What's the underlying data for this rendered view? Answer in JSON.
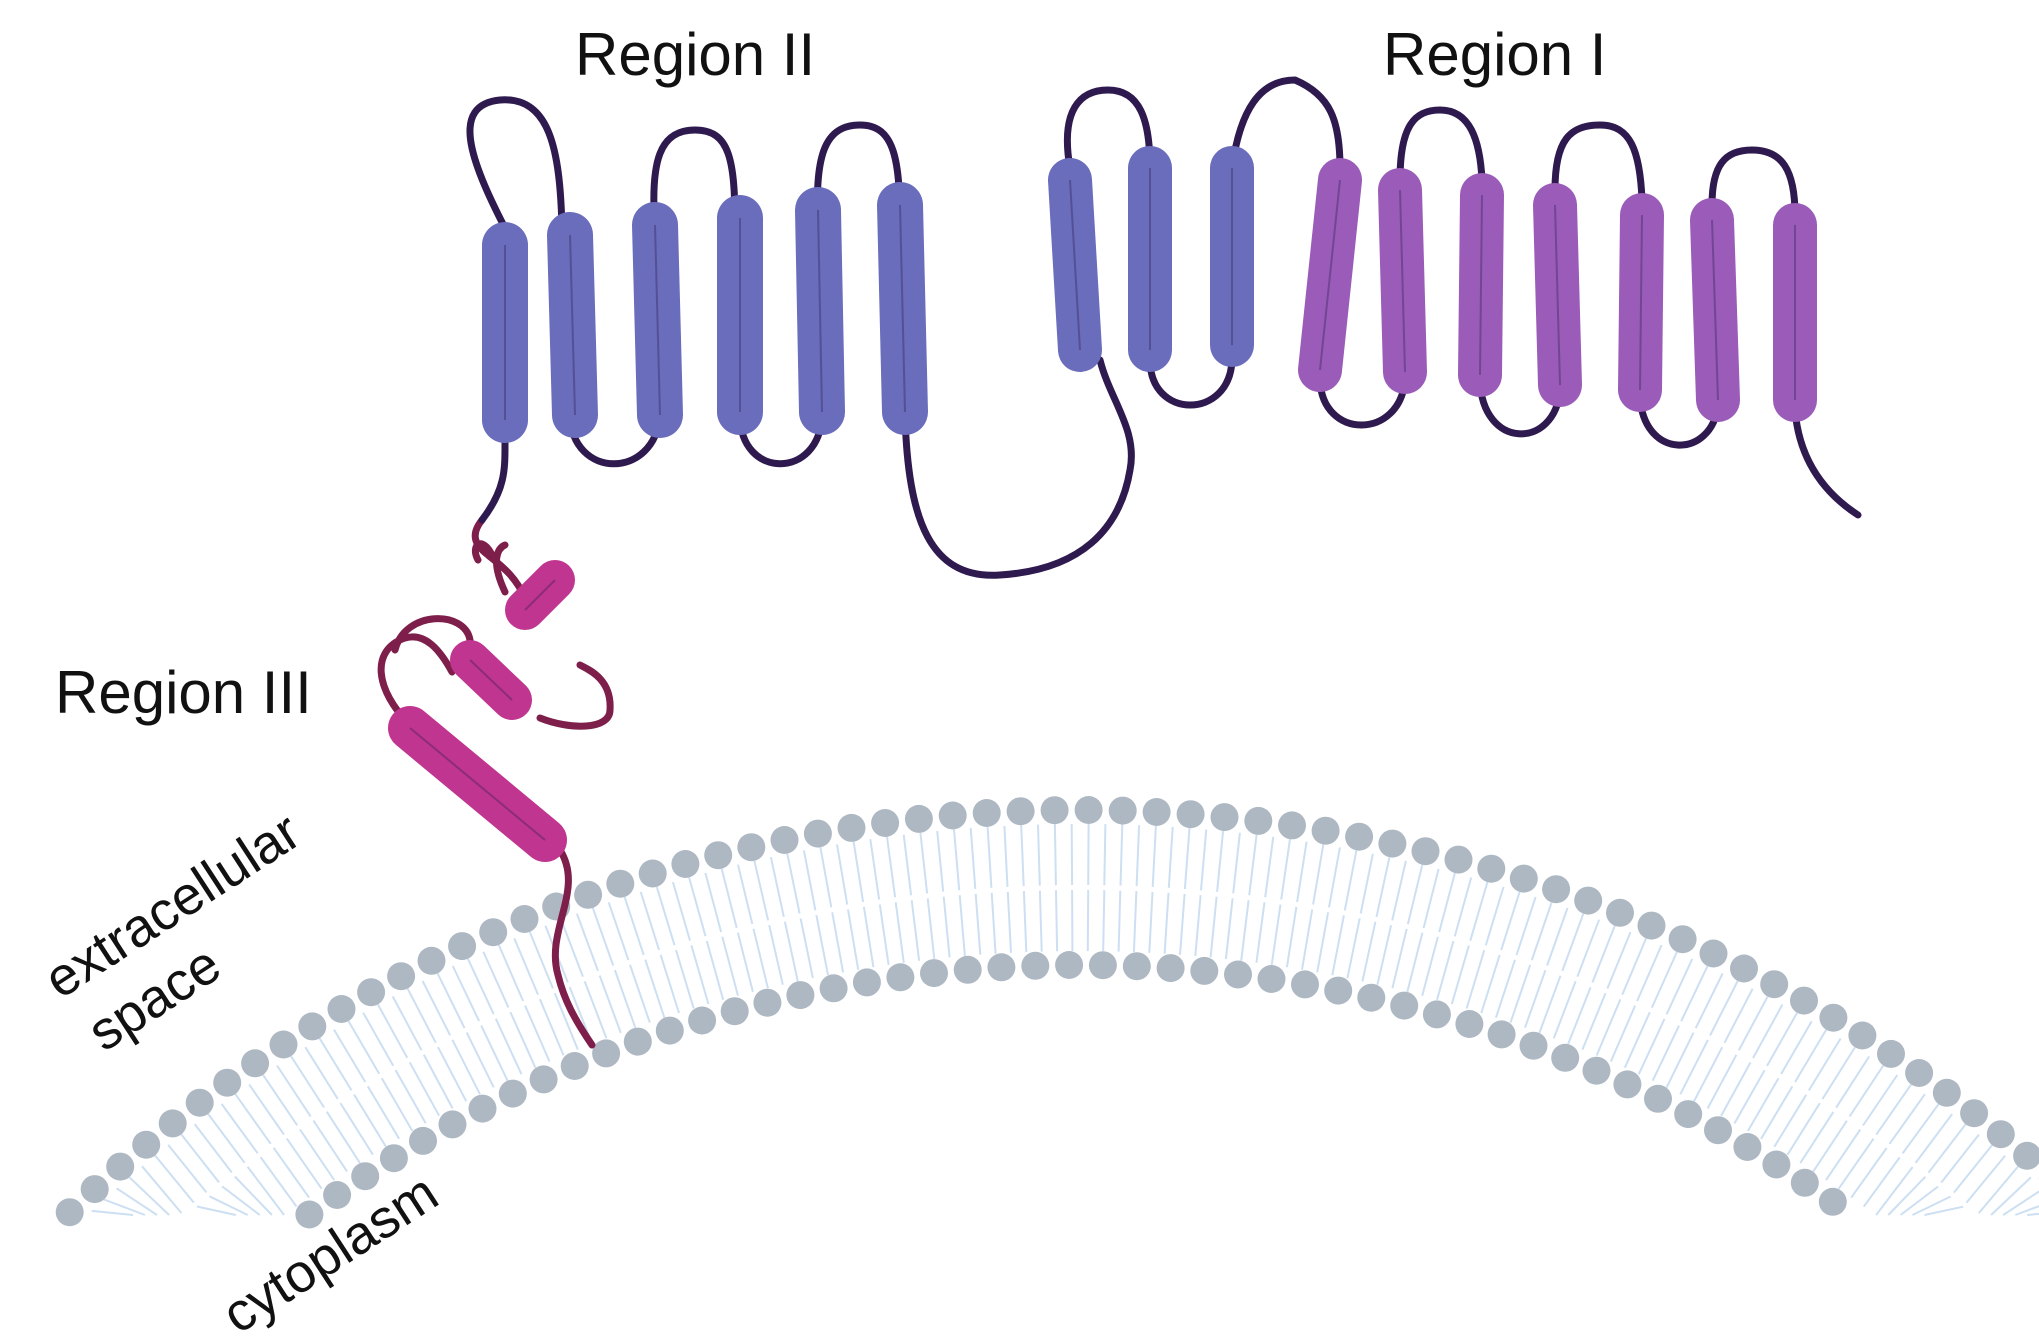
{
  "labels": {
    "region_i": "Region I",
    "region_ii": "Region II",
    "region_iii": "Region III",
    "extracellular_line1": "extracellular",
    "extracellular_line2": "space",
    "cytoplasm": "cytoplasm"
  },
  "colors": {
    "blue_helix": "#6a6cbc",
    "violet_helix": "#9a5cb8",
    "magenta_helix": "#c0358f",
    "dark_loop": "#2f1a4f",
    "region_iii_loop": "#7e1e4a",
    "lipid_head": "#aeb8c3",
    "lipid_tail": "#cddff2"
  }
}
